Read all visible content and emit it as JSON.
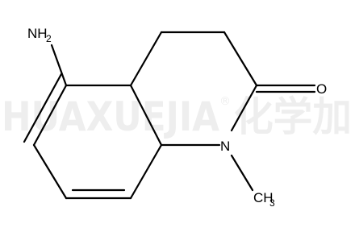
{
  "watermark": {
    "latin": "HUAXUEJIA",
    "registered": "®",
    "cjk": "化学加"
  },
  "labels": {
    "amine_n": "NH",
    "amine_sub": "2",
    "oxygen": "O",
    "ring_n": "N",
    "methyl": "CH",
    "methyl_sub": "3"
  }
}
